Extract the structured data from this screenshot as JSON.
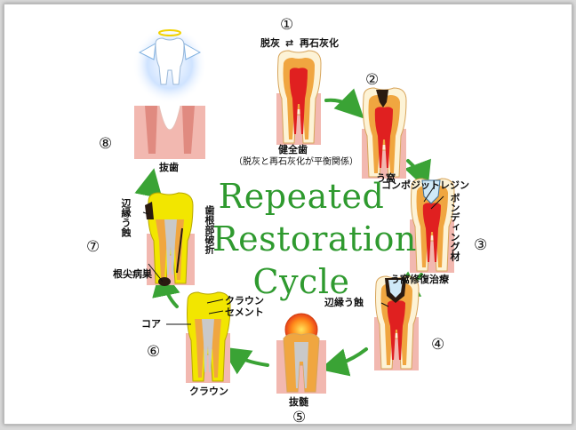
{
  "title": {
    "line1": "Repeated",
    "line2": "Restoration",
    "line3": "Cycle"
  },
  "stages": [
    {
      "num": "①",
      "top_label": "脱灰",
      "swap": "⇄",
      "top_label2": "再石灰化",
      "label": "健全歯",
      "sub": "（脱灰と再石灰化が平衡関係）"
    },
    {
      "num": "②",
      "label": "う窩"
    },
    {
      "num": "③",
      "label": "う窩修復治療",
      "callout1": "コンポジットレジン",
      "callout2": "ボンディング材"
    },
    {
      "num": "④",
      "label": "辺縁う蝕"
    },
    {
      "num": "⑤",
      "label": "抜髄"
    },
    {
      "num": "⑥",
      "label": "クラウン",
      "callout1": "クラウン",
      "callout2": "セメント",
      "callout3": "コア"
    },
    {
      "num": "⑦",
      "callout1": "辺縁う蝕",
      "callout2": "歯根部破折",
      "callout3": "根尖病巣"
    },
    {
      "num": "⑧",
      "label": "抜歯"
    }
  ],
  "colors": {
    "arrow": "#3aa335",
    "title": "#2f9a2f",
    "gum": "#f2b8b0",
    "enamel": "#fdf3d6",
    "dentin": "#f0a640",
    "pulp": "#e02020",
    "decay": "#2a1a10",
    "resin": "#cfe9f7",
    "crown": "#f2e600"
  }
}
